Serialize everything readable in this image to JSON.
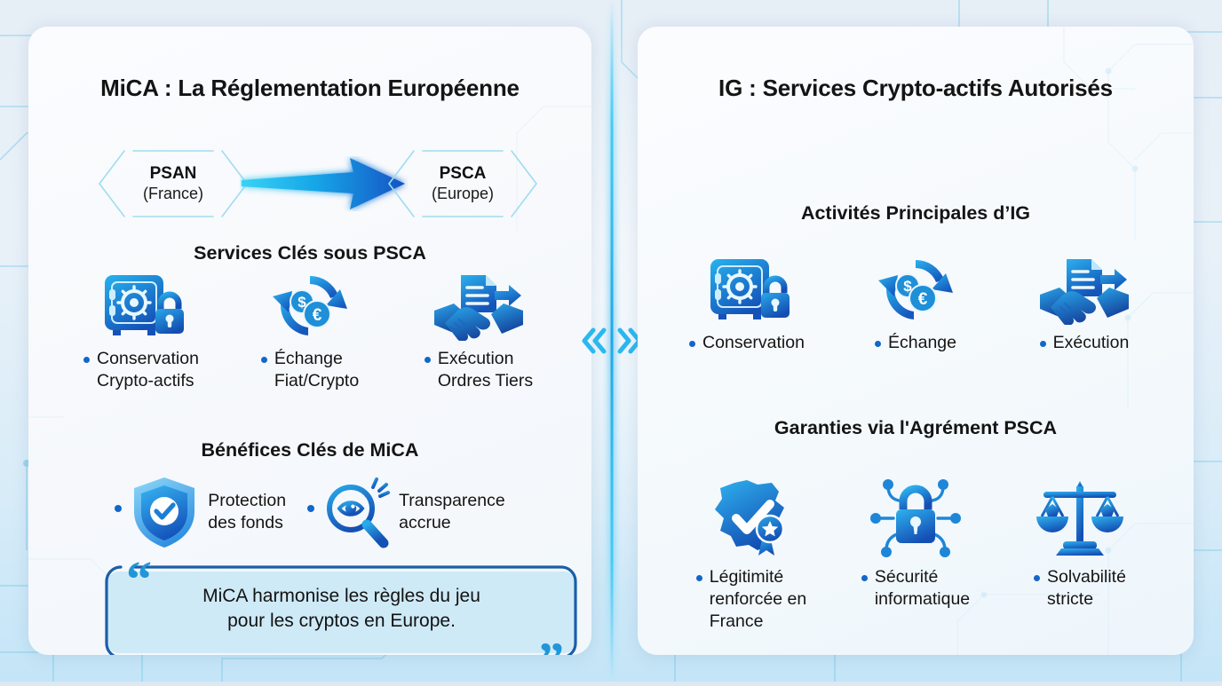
{
  "theme": {
    "accent_cyan": "#2bb8f0",
    "accent_blue": "#1267c8",
    "deep_blue": "#1258b0",
    "bullet_blue": "#1267c8",
    "text_dark": "#141414",
    "card_bg": "#f9fbfd",
    "page_bg": "#dce8f2",
    "quote_fill": "#cfeaf7",
    "quote_border": "#1a5fa8"
  },
  "left_panel": {
    "title": "MiCA : La Réglementation Européenne",
    "flow": {
      "from": {
        "label": "PSAN",
        "sub": "(France)"
      },
      "arrow_icon": "arrow-right-icon",
      "to": {
        "label": "PSCA",
        "sub": "(Europe)"
      }
    },
    "services_heading": "Services Clés sous PSCA",
    "services": [
      {
        "icon": "safe-lock-icon",
        "label": "Conservation\nCrypto-actifs"
      },
      {
        "icon": "exchange-currency-icon",
        "label": "Échange\nFiat/Crypto"
      },
      {
        "icon": "document-handshake-icon",
        "label": "Exécution\nOrdres Tiers"
      }
    ],
    "benefits_heading": "Bénéfices Clés de MiCA",
    "benefits": [
      {
        "icon": "shield-check-icon",
        "label": "Protection\ndes fonds"
      },
      {
        "icon": "magnifier-eye-icon",
        "label": "Transparence\naccrue"
      }
    ],
    "quote": {
      "text": "MiCA harmonise les règles du jeu\npour les cryptos en Europe.",
      "open_mark": "“",
      "close_mark": "”"
    }
  },
  "right_panel": {
    "title": "IG : Services Crypto-actifs Autorisés",
    "activities_heading": "Activités Principales d’IG",
    "activities": [
      {
        "icon": "safe-lock-icon",
        "label": "Conservation"
      },
      {
        "icon": "exchange-currency-icon",
        "label": "Échange"
      },
      {
        "icon": "document-handshake-icon",
        "label": "Exécution"
      }
    ],
    "guarantees_heading": "Garanties via l'Agrément PSCA",
    "guarantees": [
      {
        "icon": "france-check-award-icon",
        "label": "Légitimité\nrenforcée en\nFrance"
      },
      {
        "icon": "cyber-lock-icon",
        "label": "Sécurité\ninformatique"
      },
      {
        "icon": "scales-balance-icon",
        "label": "Solvabilité\nstricte"
      }
    ]
  },
  "divider": {
    "left_chevron_icon": "chevron-double-left-icon",
    "right_chevron_icon": "chevron-double-right-icon"
  }
}
